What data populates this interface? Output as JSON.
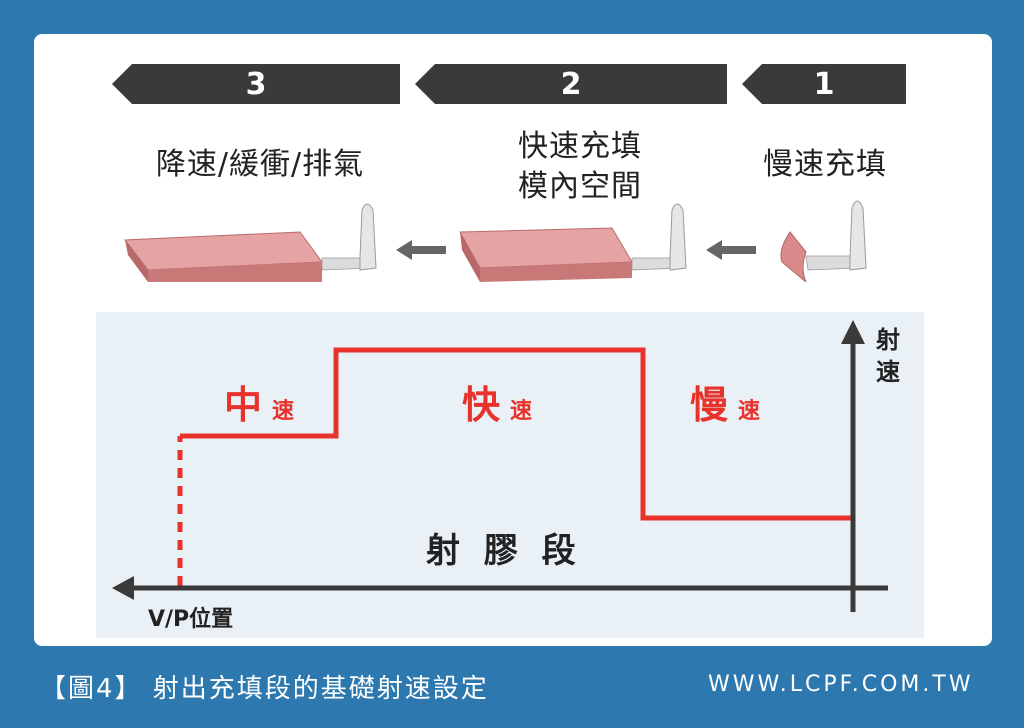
{
  "steps": [
    {
      "number": "3",
      "title_lines": [
        "降速/緩衝/排氣"
      ]
    },
    {
      "number": "2",
      "title_lines": [
        "快速充填",
        "模內空間"
      ]
    },
    {
      "number": "1",
      "title_lines": [
        "慢速充填"
      ]
    }
  ],
  "chart": {
    "y_axis_label": [
      "射",
      "速"
    ],
    "x_axis_label": "V/P位置",
    "stage_label": "射 膠 段",
    "segments": [
      {
        "big": "中",
        "small": "速"
      },
      {
        "big": "快",
        "small": "速"
      },
      {
        "big": "慢",
        "small": "速"
      }
    ]
  },
  "footer": {
    "caption": "【圖4】 射出充填段的基礎射速設定",
    "url": "WWW.LCPF.COM.TW"
  },
  "colors": {
    "background": "#2d78ae",
    "arrow": "#3a3a3a",
    "accent_red": "#e8322b",
    "chart_bg": "#e9f1f7",
    "part_fill": "#d98a8a"
  }
}
